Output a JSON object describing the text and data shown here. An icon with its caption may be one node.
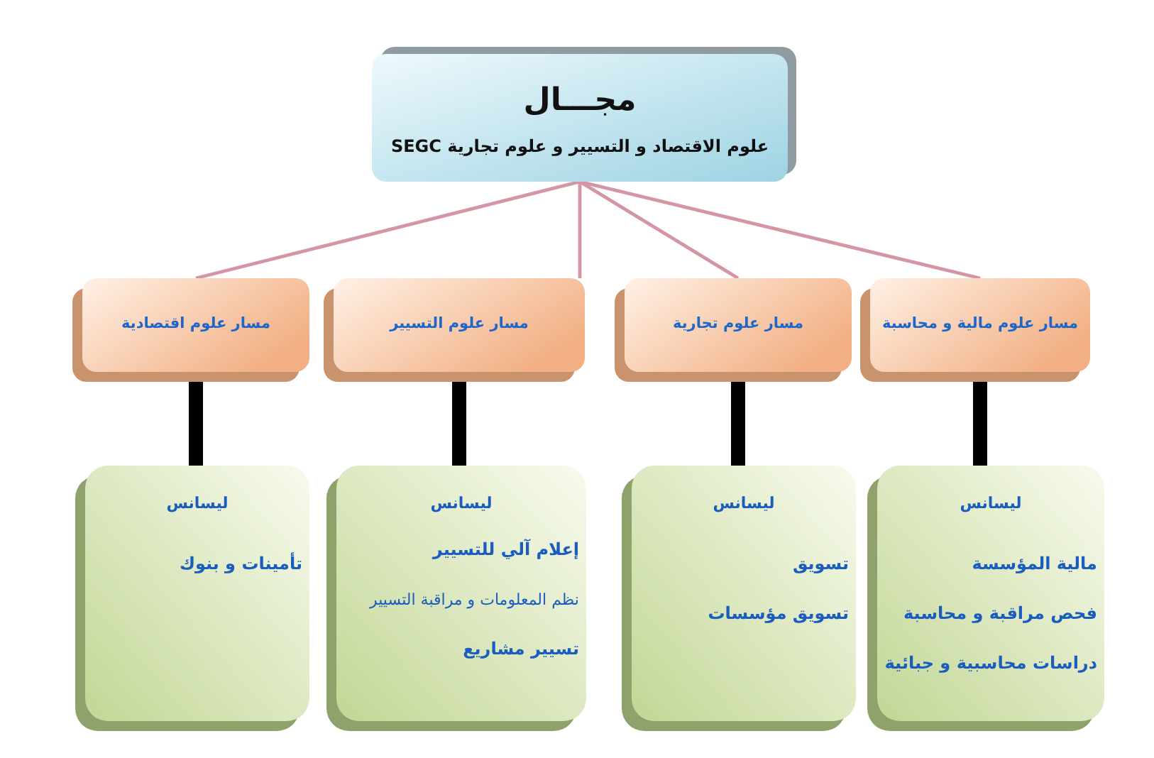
{
  "diagram": {
    "nodes": [
      {
        "text": [
          "مجـــال",
          "علوم الاقتصاد و التسيير و علوم تجارية SEGC"
        ]
      },
      {
        "text": [
          "مسار علوم اقتصادية"
        ]
      },
      {
        "text": [
          "مسار علوم التسيير"
        ]
      },
      {
        "text": [
          "مسار علوم تجارية"
        ]
      },
      {
        "text": [
          "مسار علوم مالية و محاسبة"
        ]
      },
      {
        "text": [
          "ليسانس",
          "تأمينات و بنوك"
        ]
      },
      {
        "text": [
          "ليسانس",
          "إعلام آلي للتسيير",
          "نظم المعلومات و مراقبة التسيير",
          "تسيير مشاريع"
        ]
      },
      {
        "text": [
          "ليسانس",
          "تسويق",
          "تسويق مؤسسات"
        ]
      },
      {
        "text": [
          "ليسانس",
          "مالية المؤسسة",
          "فحص مراقبة و محاسبة",
          "دراسات محاسبية و جبائية"
        ]
      }
    ],
    "edges": [
      {
        "from": 0,
        "to": 1,
        "arrow": "none"
      },
      {
        "from": 0,
        "to": 2,
        "arrow": "none"
      },
      {
        "from": 0,
        "to": 3,
        "arrow": "none"
      },
      {
        "from": 0,
        "to": 4,
        "arrow": "none"
      },
      {
        "from": 1,
        "to": 5,
        "arrow": "none",
        "style": "thick",
        "color": "#000000"
      },
      {
        "from": 2,
        "to": 6,
        "arrow": "none",
        "style": "thick",
        "color": "#000000"
      },
      {
        "from": 3,
        "to": 7,
        "arrow": "none",
        "style": "thick",
        "color": "#000000"
      },
      {
        "from": 4,
        "to": 8,
        "arrow": "none",
        "style": "thick",
        "color": "#000000"
      }
    ]
  }
}
